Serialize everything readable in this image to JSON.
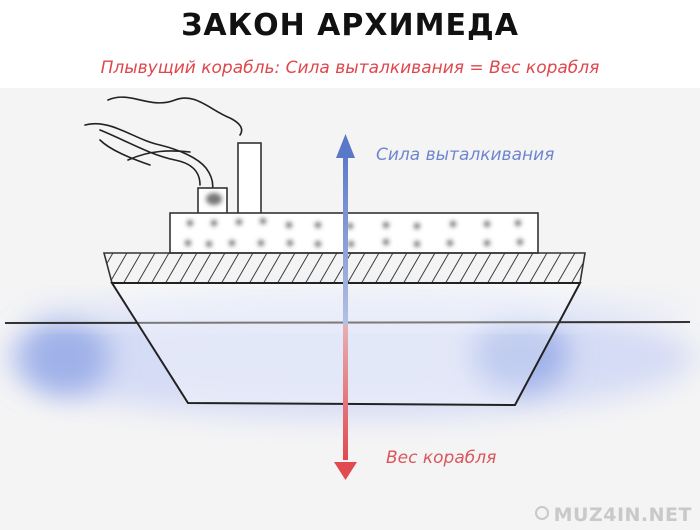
{
  "title": "ЗАКОН АРХИМЕДА",
  "subtitle": "Плывущий корабль: Сила выталкивания = Вес корабля",
  "labels": {
    "buoyancy": "Сила выталкивания",
    "weight": "Вес корабля"
  },
  "watermark": "MUZ4IN.NET",
  "colors": {
    "subtitle": "#e0474c",
    "buoyancy": "#6f86cc",
    "weight": "#d9575c",
    "water": "#d5dcf5",
    "water_blob": "#9fb1e8"
  }
}
